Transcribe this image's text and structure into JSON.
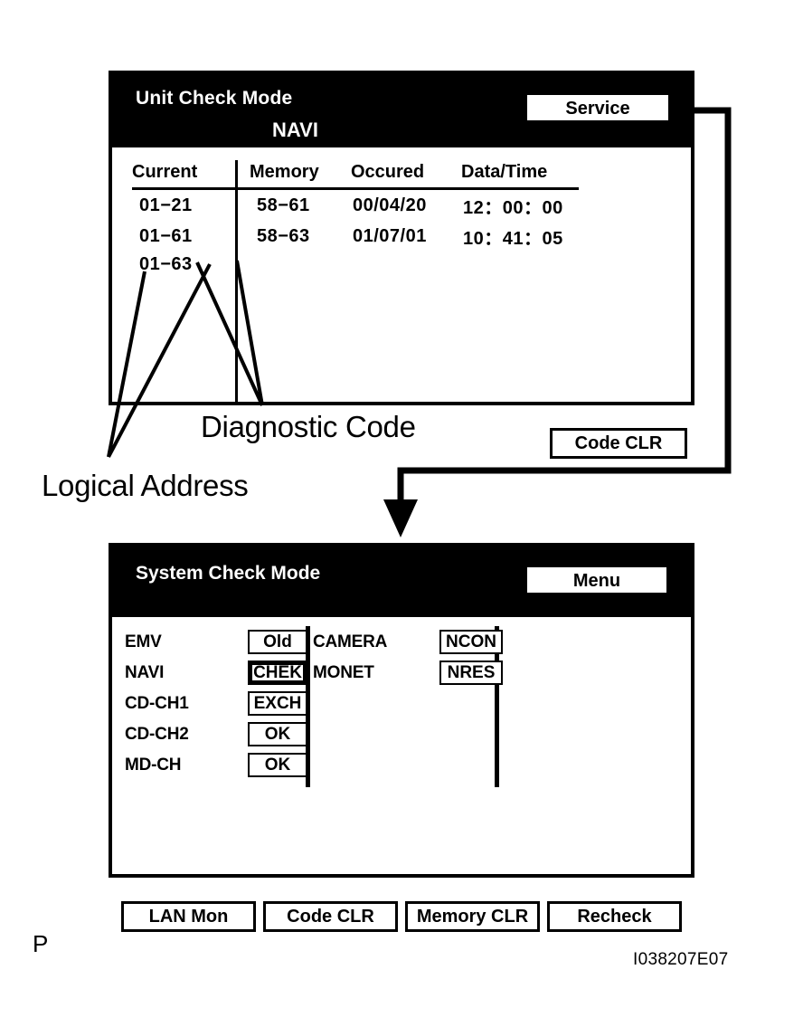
{
  "unit_check": {
    "title": "Unit Check Mode",
    "subtitle": "NAVI",
    "service_button": "Service",
    "code_clr_button": "Code CLR",
    "table": {
      "headers": [
        "Current",
        "Memory",
        "Occured",
        "Data/Time"
      ],
      "rows": [
        [
          "01−21",
          "58−61",
          "00/04/20",
          "12：00：00"
        ],
        [
          "01−61",
          "58−63",
          "01/07/01",
          "10：41：05"
        ],
        [
          "01−63",
          "",
          "",
          ""
        ]
      ]
    }
  },
  "system_check": {
    "title": "System Check Mode",
    "menu_button": "Menu",
    "status_left": [
      {
        "label": "EMV",
        "status": "Old",
        "highlight": false
      },
      {
        "label": "NAVI",
        "status": "CHEK",
        "highlight": true
      },
      {
        "label": "CD-CH1",
        "status": "EXCH",
        "highlight": false
      },
      {
        "label": "CD-CH2",
        "status": "OK",
        "highlight": false
      },
      {
        "label": "MD-CH",
        "status": "OK",
        "highlight": false
      }
    ],
    "status_right": [
      {
        "label": "CAMERA",
        "status": "NCON",
        "highlight": false
      },
      {
        "label": "MONET",
        "status": "NRES",
        "highlight": false
      }
    ],
    "bottom_buttons": [
      "LAN Mon",
      "Code CLR",
      "Memory CLR",
      "Recheck"
    ]
  },
  "annotations": {
    "diagnostic_code": "Diagnostic Code",
    "logical_address": "Logical Address"
  },
  "page": {
    "marker": "P",
    "figure_id": "I038207E07"
  },
  "colors": {
    "header_background": "#000000",
    "header_text": "#ffffff",
    "panel_background": "#ffffff",
    "outline": "#000000"
  }
}
